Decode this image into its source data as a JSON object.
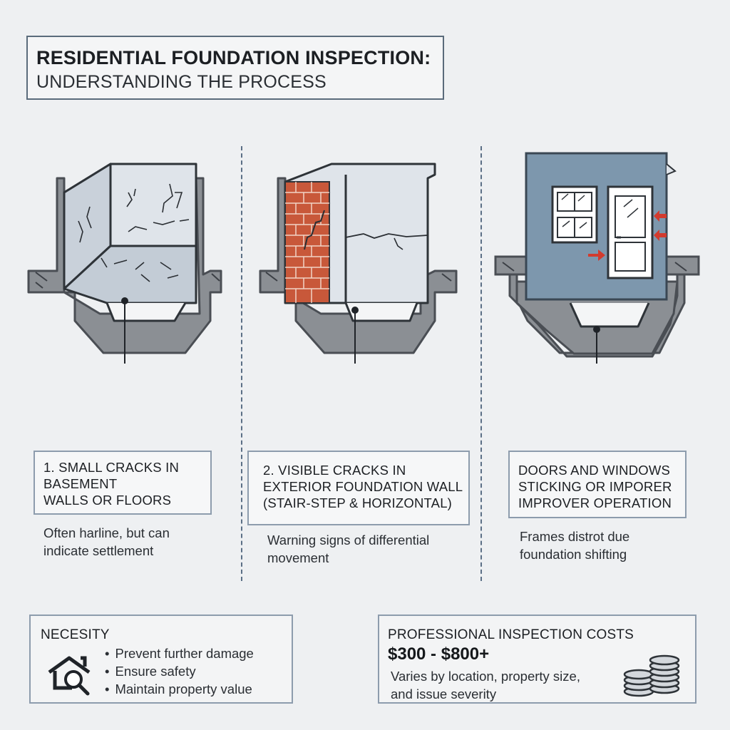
{
  "header": {
    "title": "RESIDENTIAL FOUNDATION INSPECTION:",
    "subtitle": "UNDERSTANDING THE PROCESS"
  },
  "steps": [
    {
      "label_lines": [
        "1. SMALL CRACKS IN",
        "BASEMENT",
        "WALLS OR FLOORS"
      ],
      "desc_lines": [
        "Often harline, but can",
        "indicate settlement"
      ]
    },
    {
      "label_lines": [
        "2. VISIBLE CRACKS IN",
        "EXTERIOR FOUNDATION WALL",
        "(STAIR-STEP & HORIZONTAL)"
      ],
      "desc_lines": [
        "Warning signs of differential",
        "movement"
      ]
    },
    {
      "label_lines": [
        "DOORS AND WINDOWS",
        "STICKING OR IMPORER",
        "IMPROVER OPERATION"
      ],
      "desc_lines": [
        "Frames distrot due",
        "foundation shifting"
      ]
    }
  ],
  "necessity": {
    "title": "NECESITY",
    "icon": "house-magnifier-icon",
    "items": [
      "Prevent further damage",
      "Ensure safety",
      "Maintain property value"
    ]
  },
  "costs": {
    "title": "PROFESSIONAL INSPECTION COSTS",
    "range": "$300 - $800+",
    "note_lines": [
      "Varies by location, property size,",
      "and issue severity"
    ],
    "icon": "coin-stacks-icon"
  },
  "colors": {
    "background": "#eef0f2",
    "foundation": "#8b8f94",
    "wall_light": "#d3d9e0",
    "brick": "#c8583a",
    "house_wall": "#7d97ad",
    "arrow": "#d23b2e",
    "divider": "#5b6f86"
  }
}
